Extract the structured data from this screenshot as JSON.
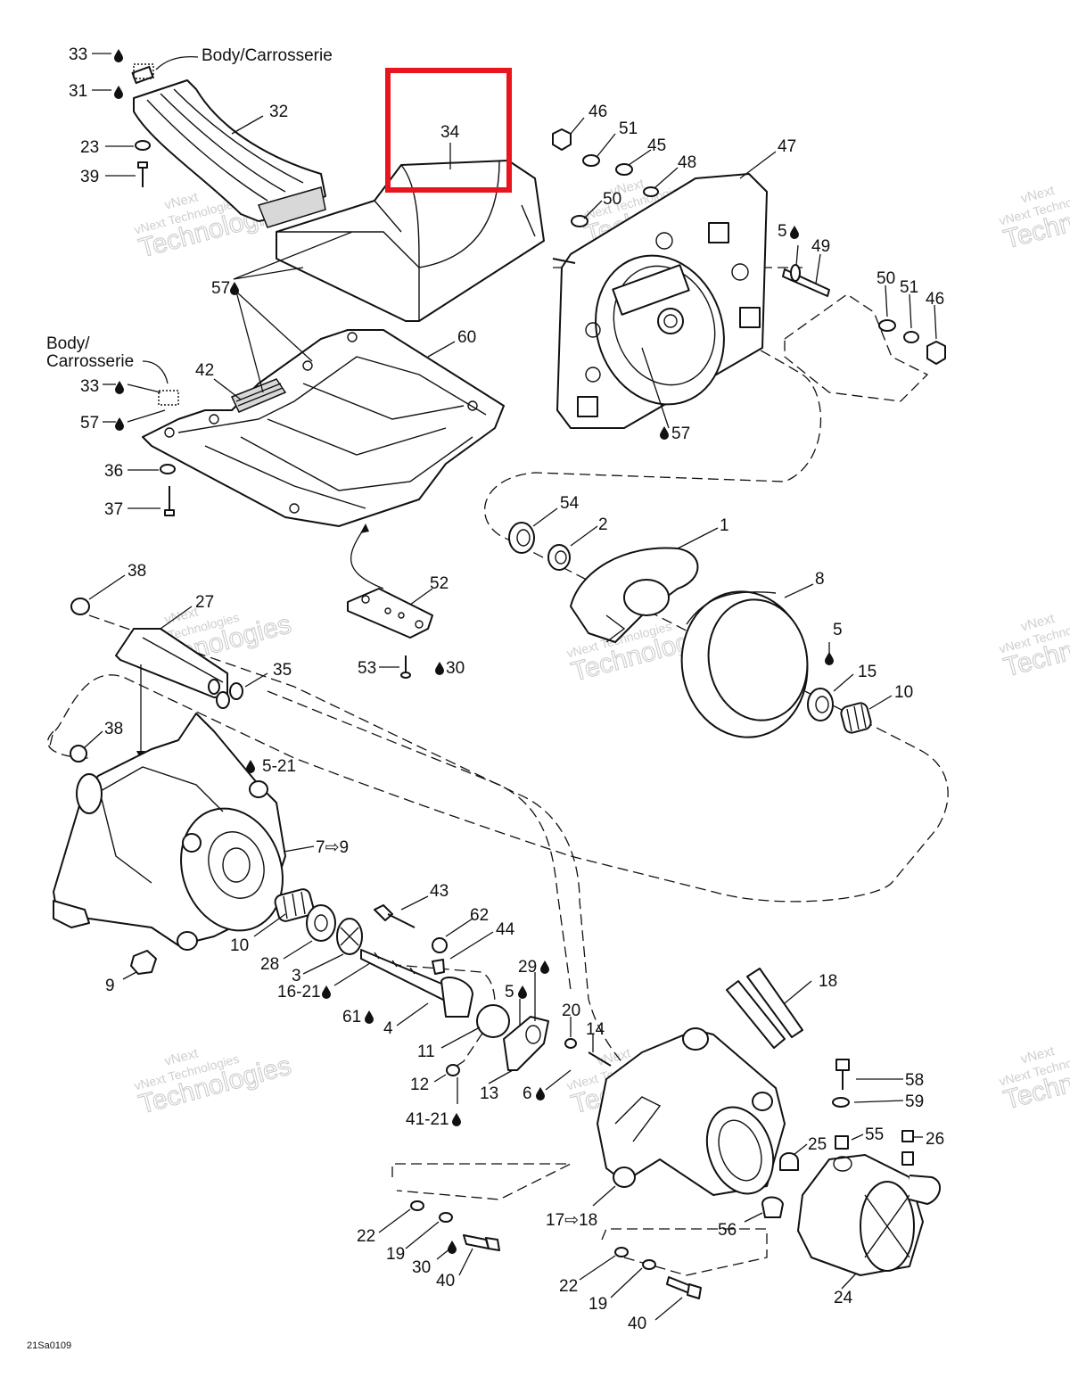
{
  "notes": {
    "body_top": "Body/Carrosserie",
    "body_left_1": "Body/",
    "body_left_2": "Carrosserie"
  },
  "drawing_number": "21Sa0109",
  "watermark": {
    "line1": "vNext",
    "line2": "vNext Technologies",
    "line3": "Technologies"
  },
  "callouts": [
    {
      "id": "c33a",
      "text": "33",
      "drop": true
    },
    {
      "id": "c31",
      "text": "31",
      "drop": true
    },
    {
      "id": "c23",
      "text": "23"
    },
    {
      "id": "c39",
      "text": "39"
    },
    {
      "id": "c32",
      "text": "32"
    },
    {
      "id": "c34",
      "text": "34"
    },
    {
      "id": "c46a",
      "text": "46"
    },
    {
      "id": "c51a",
      "text": "51"
    },
    {
      "id": "c45",
      "text": "45"
    },
    {
      "id": "c48",
      "text": "48"
    },
    {
      "id": "c47",
      "text": "47"
    },
    {
      "id": "c50a",
      "text": "50"
    },
    {
      "id": "c5a",
      "text": "5"
    },
    {
      "id": "c49",
      "text": "49"
    },
    {
      "id": "c50b",
      "text": "50"
    },
    {
      "id": "c51b",
      "text": "51"
    },
    {
      "id": "c46b",
      "text": "46"
    },
    {
      "id": "c57a",
      "text": "57"
    },
    {
      "id": "c60",
      "text": "60"
    },
    {
      "id": "c42",
      "text": "42"
    },
    {
      "id": "c33b",
      "text": "33",
      "drop": true
    },
    {
      "id": "c57b",
      "text": "57",
      "drop": true
    },
    {
      "id": "c36",
      "text": "36"
    },
    {
      "id": "c37",
      "text": "37"
    },
    {
      "id": "c57c",
      "text": "57"
    },
    {
      "id": "c54",
      "text": "54"
    },
    {
      "id": "c2",
      "text": "2"
    },
    {
      "id": "c1",
      "text": "1"
    },
    {
      "id": "c8",
      "text": "8"
    },
    {
      "id": "c5b",
      "text": "5"
    },
    {
      "id": "c15",
      "text": "15"
    },
    {
      "id": "c10a",
      "text": "10"
    },
    {
      "id": "c38a",
      "text": "38"
    },
    {
      "id": "c27",
      "text": "27"
    },
    {
      "id": "c52",
      "text": "52"
    },
    {
      "id": "c35",
      "text": "35"
    },
    {
      "id": "c53",
      "text": "53"
    },
    {
      "id": "c30a",
      "text": "30"
    },
    {
      "id": "c38b",
      "text": "38"
    },
    {
      "id": "c5-21",
      "text": "5-21"
    },
    {
      "id": "c7-9",
      "text": "7⇨9"
    },
    {
      "id": "c43",
      "text": "43"
    },
    {
      "id": "c62",
      "text": "62"
    },
    {
      "id": "c44",
      "text": "44"
    },
    {
      "id": "c10b",
      "text": "10"
    },
    {
      "id": "c28",
      "text": "28"
    },
    {
      "id": "c3",
      "text": "3"
    },
    {
      "id": "c9",
      "text": "9"
    },
    {
      "id": "c16-21",
      "text": "16-21"
    },
    {
      "id": "c29",
      "text": "29"
    },
    {
      "id": "c5c",
      "text": "5"
    },
    {
      "id": "c61",
      "text": "61"
    },
    {
      "id": "c4",
      "text": "4"
    },
    {
      "id": "c20",
      "text": "20"
    },
    {
      "id": "c14",
      "text": "14"
    },
    {
      "id": "c18",
      "text": "18"
    },
    {
      "id": "c11",
      "text": "11"
    },
    {
      "id": "c12",
      "text": "12"
    },
    {
      "id": "c13",
      "text": "13"
    },
    {
      "id": "c6",
      "text": "6"
    },
    {
      "id": "c41-21",
      "text": "41-21"
    },
    {
      "id": "c58",
      "text": "58"
    },
    {
      "id": "c59",
      "text": "59"
    },
    {
      "id": "c25",
      "text": "25"
    },
    {
      "id": "c55",
      "text": "55"
    },
    {
      "id": "c26",
      "text": "26"
    },
    {
      "id": "c17-18",
      "text": "17⇨18"
    },
    {
      "id": "c56",
      "text": "56"
    },
    {
      "id": "c22a",
      "text": "22"
    },
    {
      "id": "c19a",
      "text": "19"
    },
    {
      "id": "c30b",
      "text": "30"
    },
    {
      "id": "c40a",
      "text": "40"
    },
    {
      "id": "c24",
      "text": "24"
    },
    {
      "id": "c22b",
      "text": "22"
    },
    {
      "id": "c19b",
      "text": "19"
    },
    {
      "id": "c40b",
      "text": "40"
    }
  ],
  "highlight": {
    "target": "34",
    "color": "#e8141e"
  }
}
